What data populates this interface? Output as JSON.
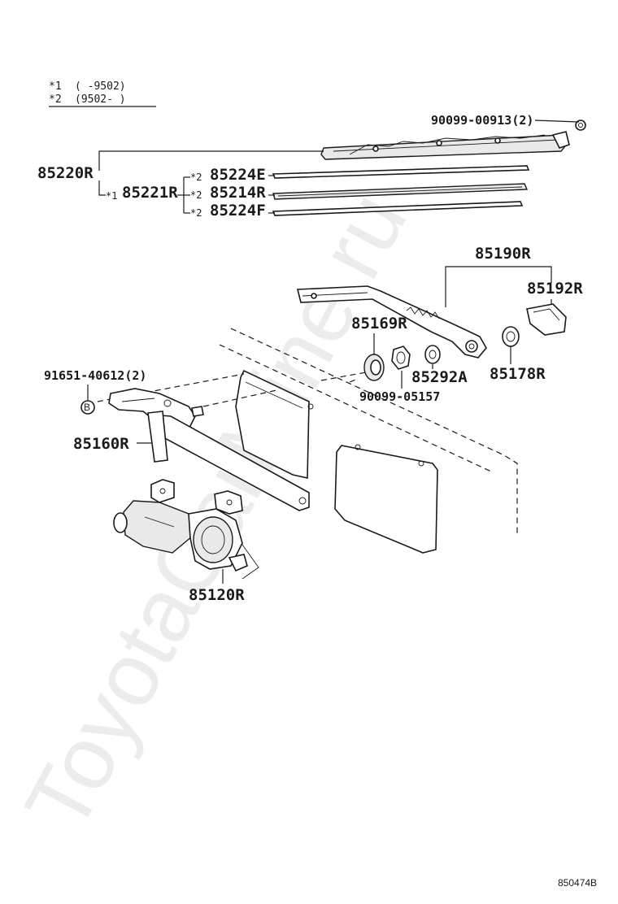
{
  "notes": [
    {
      "mark": "*1",
      "range": "(      -9502)"
    },
    {
      "mark": "*2",
      "range": "(9502-      )"
    }
  ],
  "labels": {
    "p_90099_00913": "90099-00913(2)",
    "p_85220R": "85220R",
    "p_85221R": "85221R",
    "p_85224E": "85224E",
    "p_85214R": "85214R",
    "p_85224F": "85224F",
    "p_85190R": "85190R",
    "p_85192R": "85192R",
    "p_85169R": "85169R",
    "p_85292A": "85292A",
    "p_85178R": "85178R",
    "p_90099_05157": "90099-05157",
    "p_91651_40612": "91651-40612(2)",
    "p_85160R": "85160R",
    "p_85120R": "85120R"
  },
  "marks": {
    "star1": "*1",
    "star2": "*2",
    "bolt_letter": "B"
  },
  "watermark": "ToyotaCarMine.ru",
  "figure_ref": "850474B"
}
